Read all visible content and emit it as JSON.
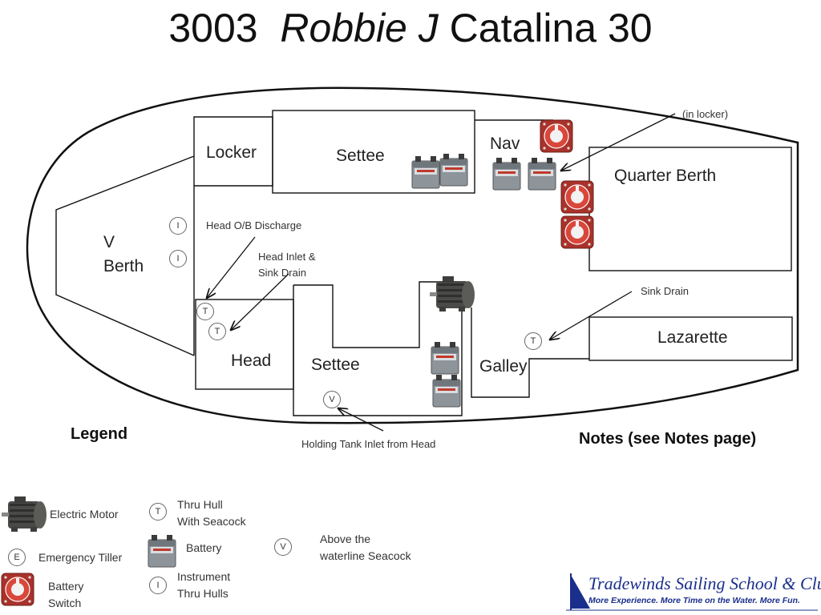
{
  "title": {
    "number": "3003",
    "boat_name": "Robbie J",
    "model": "Catalina 30"
  },
  "rooms": {
    "locker": "Locker",
    "settee_top": "Settee",
    "nav": "Nav",
    "quarter_berth": "Quarter Berth",
    "v_berth_line1": "V",
    "v_berth_line2": "Berth",
    "head": "Head",
    "settee_bottom": "Settee",
    "galley": "Galley",
    "lazarette": "Lazarette"
  },
  "annotations": {
    "in_locker": "(in locker)",
    "head_ob_discharge": "Head O/B Discharge",
    "head_inlet_line1": "Head Inlet &",
    "head_inlet_line2": "Sink Drain",
    "sink_drain": "Sink Drain",
    "holding_tank": "Holding Tank Inlet from Head"
  },
  "badges": {
    "instrument": "I",
    "thru_hull": "T",
    "above_waterline": "V",
    "emergency_tiller": "E"
  },
  "headings": {
    "legend": "Legend",
    "notes": "Notes (see Notes page)"
  },
  "legend": {
    "electric_motor": "Electric Motor",
    "emergency_tiller": "Emergency Tiller",
    "battery_switch_line1": "Battery",
    "battery_switch_line2": "Switch",
    "thru_hull_line1": "Thru Hull",
    "thru_hull_line2": "With Seacock",
    "battery": "Battery",
    "instrument_line1": "Instrument",
    "instrument_line2": "Thru Hulls",
    "above_line1": "Above the",
    "above_line2": "waterline Seacock"
  },
  "logo": {
    "name": "Tradewinds Sailing School & Club",
    "tagline": "More Experience. More Time on the Water. More Fun."
  },
  "colors": {
    "switch_red": "#c0392b",
    "battery_gray": "#8d949a",
    "motor_dark": "#4a4a48",
    "brand_blue": "#1a2f8c",
    "outline": "#111111"
  },
  "icons": {
    "battery": "battery-icon",
    "battery_switch": "battery-switch-icon",
    "motor": "electric-motor-icon"
  }
}
